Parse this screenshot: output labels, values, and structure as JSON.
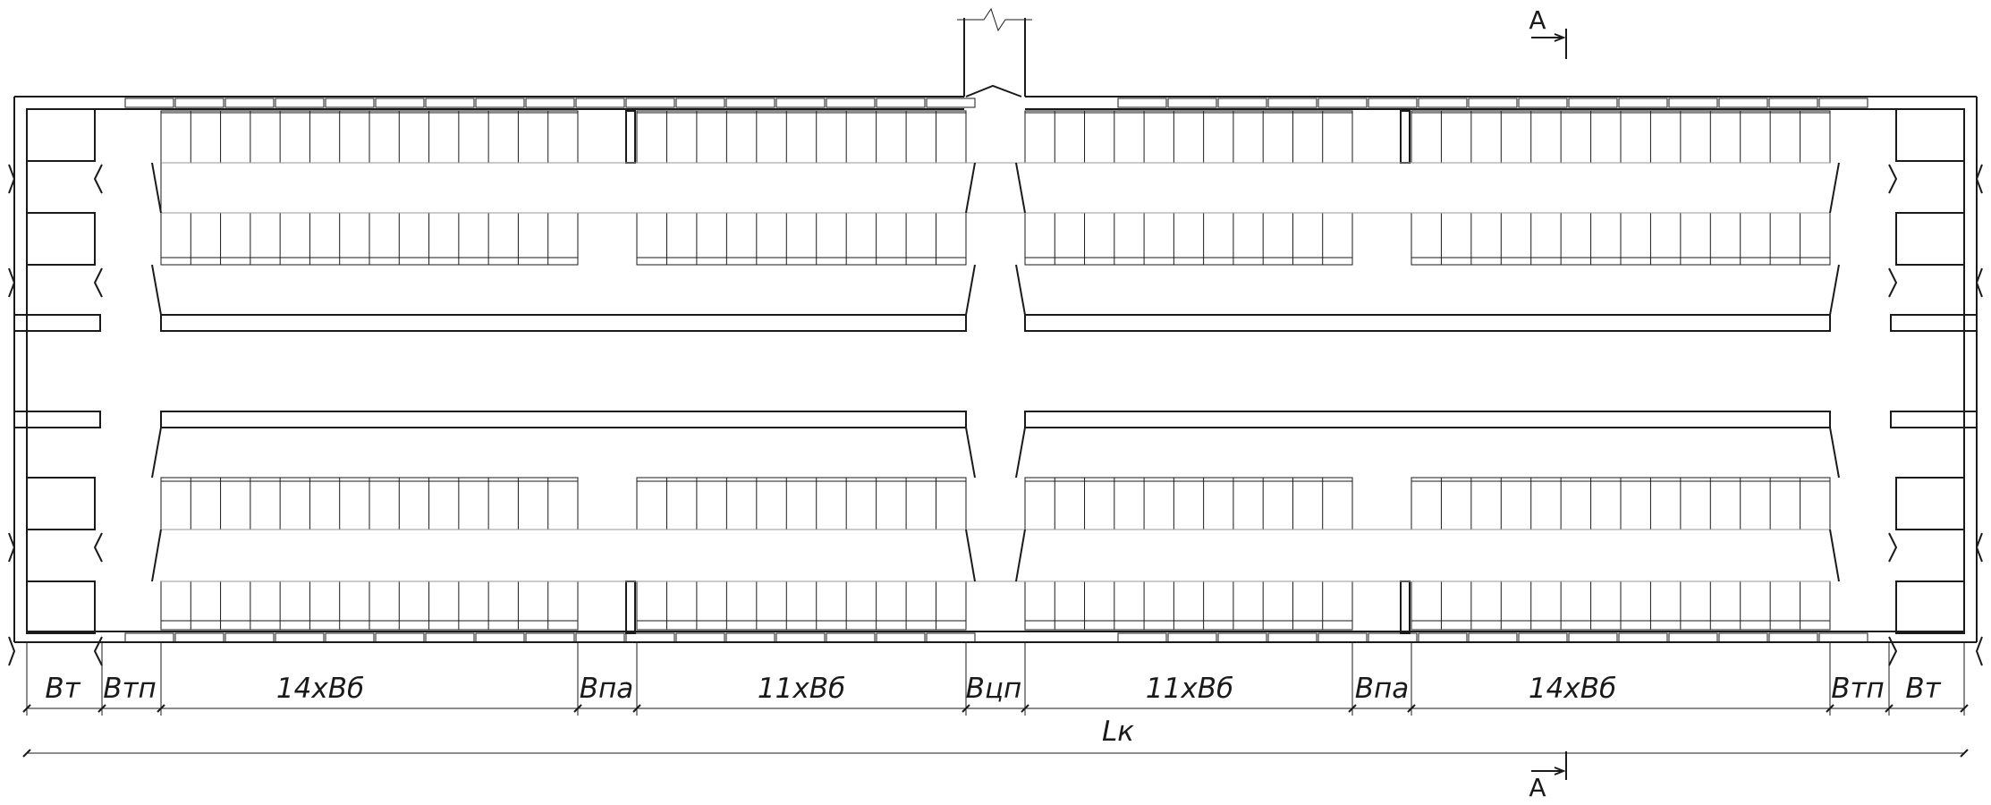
{
  "section_mark": {
    "top": "A",
    "bottom": "A"
  },
  "dimensions": {
    "row1": [
      {
        "id": "bt-left",
        "label": "Bт"
      },
      {
        "id": "btp-left",
        "label": "Bтп"
      },
      {
        "id": "block-1",
        "label": "14хBб"
      },
      {
        "id": "bpa-left",
        "label": "Bпа"
      },
      {
        "id": "block-2",
        "label": "11хBб"
      },
      {
        "id": "btsp",
        "label": "Bцп"
      },
      {
        "id": "block-3",
        "label": "11хBб"
      },
      {
        "id": "bpa-right",
        "label": "Bпа"
      },
      {
        "id": "block-4",
        "label": "14хBб"
      },
      {
        "id": "btp-right",
        "label": "Bтп"
      },
      {
        "id": "bt-right",
        "label": "Bт"
      }
    ],
    "total": "Lк"
  },
  "bays_per_block": [
    14,
    11,
    11,
    14
  ]
}
